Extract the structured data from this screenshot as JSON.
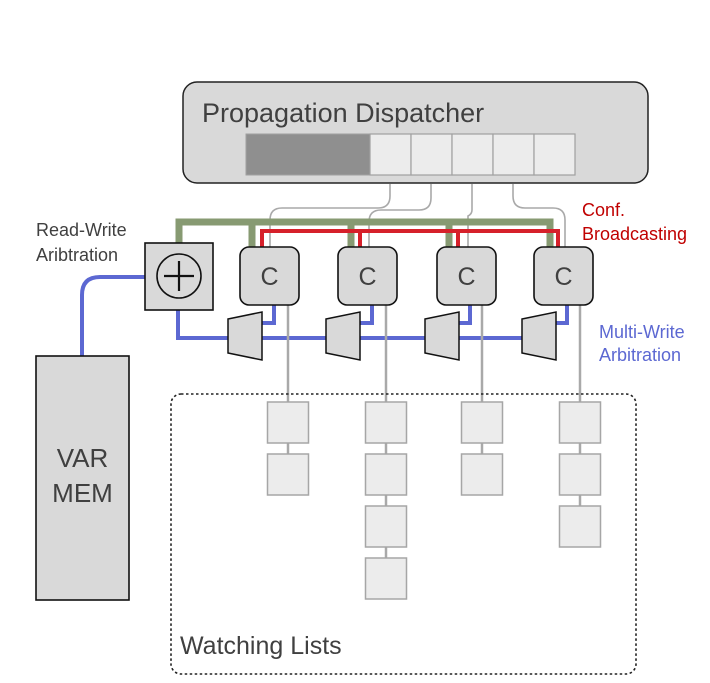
{
  "dispatcher": {
    "title": "Propagation Dispatcher",
    "queue_filled_slots": 1,
    "queue_empty_slots": 5
  },
  "labels": {
    "read_write": [
      "Read-Write",
      "Aribtration"
    ],
    "conf_broadcasting": [
      "Conf.",
      "Broadcasting"
    ],
    "multi_write": [
      "Multi-Write",
      "Arbitration"
    ],
    "var_mem": [
      "VAR",
      "MEM"
    ],
    "watching_lists": "Watching Lists",
    "adder_symbol": "+"
  },
  "clauses": [
    {
      "label": "C",
      "watch_list_length": 2
    },
    {
      "label": "C",
      "watch_list_length": 4
    },
    {
      "label": "C",
      "watch_list_length": 2
    },
    {
      "label": "C",
      "watch_list_length": 3
    }
  ],
  "colors": {
    "green_bus": "#879a72",
    "red_bus": "#d6202a",
    "blue_bus": "#5c68d2",
    "gray_wire": "#a9a9a9",
    "box_fill": "#d9d9d9",
    "node_fill": "#ececec",
    "queue_filled": "#8f8f8f",
    "conf_text": "#c00000",
    "multi_text": "#5c68d2",
    "text_dark": "#404040"
  }
}
